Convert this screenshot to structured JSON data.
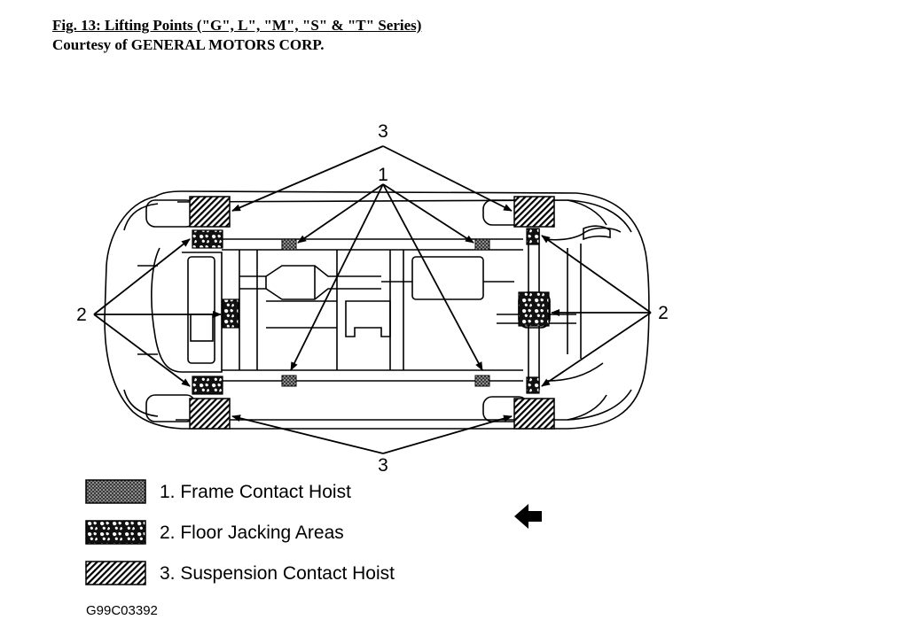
{
  "figure": {
    "title": "Fig. 13: Lifting Points (\"G\", L\", \"M\", \"S\" & \"T\" Series)",
    "courtesy": "Courtesy of GENERAL MOTORS CORP.",
    "code": "G99C03392"
  },
  "callouts": {
    "top_3": "3",
    "top_1": "1",
    "left_2": "2",
    "right_2": "2",
    "bottom_3": "3"
  },
  "legend": [
    {
      "number": "1",
      "label": "1. Frame Contact Hoist",
      "pattern": "dots"
    },
    {
      "number": "2",
      "label": "2. Floor Jacking Areas",
      "pattern": "blotch"
    },
    {
      "number": "3",
      "label": "3. Suspension Contact Hoist",
      "pattern": "hatch"
    }
  ],
  "front_arrow_icon": "arrow-left-icon"
}
